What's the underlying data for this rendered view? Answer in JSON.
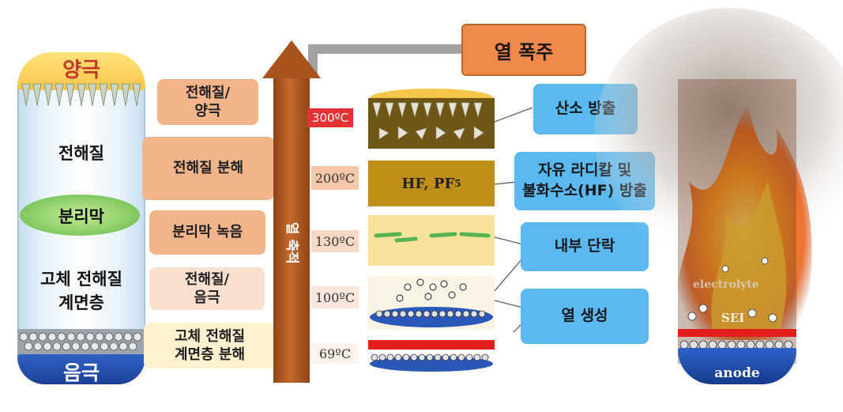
{
  "cell": {
    "cathode": "양극",
    "electrolyte": "전해질",
    "separator": "분리막",
    "sei_line1": "고체 전해질",
    "sei_line2": "계면층",
    "anode": "음극"
  },
  "processes": [
    {
      "line1": "전해질/",
      "line2": "양극"
    },
    {
      "line1": "전해질 분해",
      "line2": ""
    },
    {
      "line1": "분리막 녹음",
      "line2": ""
    },
    {
      "line1": "전해질/",
      "line2": "음극"
    },
    {
      "line1": "고체 전해질",
      "line2": "계면층 분해"
    }
  ],
  "axis_label": "열 축적",
  "temperatures": [
    "300ºC",
    "200ºC",
    "130ºC",
    "100ºC",
    "69ºC"
  ],
  "hf_label": "HF, PF",
  "hf_subscript": "5",
  "thermal_runaway": "열 폭주",
  "results": [
    {
      "line1": "산소 방출",
      "line2": ""
    },
    {
      "line1": "자유 라디칼 및",
      "line2": "불화수소(HF) 방출"
    },
    {
      "line1": "내부 단락",
      "line2": ""
    },
    {
      "line1": "열 생성",
      "line2": ""
    }
  ],
  "burning_cell": {
    "electrolyte": "electrolyte",
    "sei": "SEI",
    "anode": "anode"
  }
}
